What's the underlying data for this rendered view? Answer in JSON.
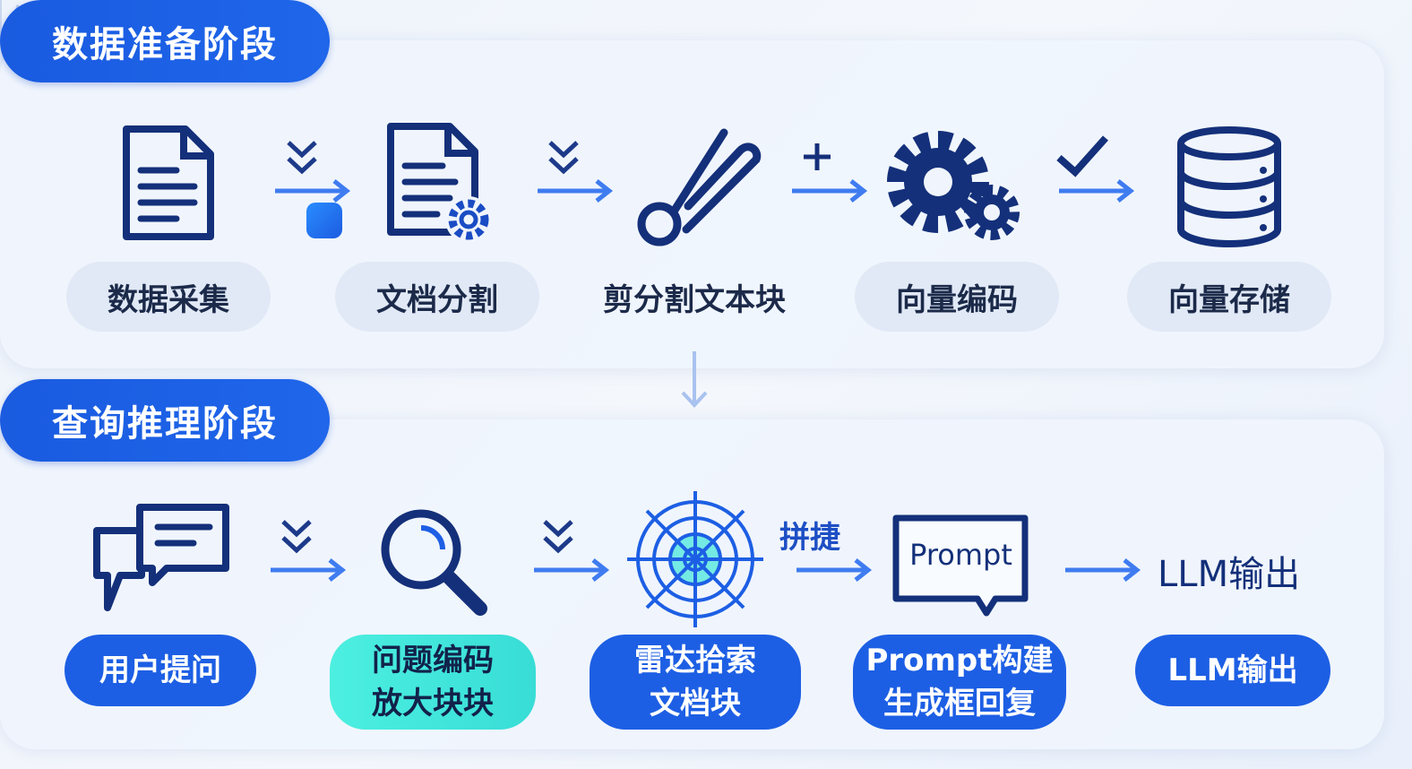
{
  "watermark": "生成",
  "stage1": {
    "title": "数据准备阶段",
    "steps": [
      {
        "label": "数据采集",
        "icon": "document-icon"
      },
      {
        "label": "文档分割",
        "icon": "document-gear-icon"
      },
      {
        "label": "剪分割文本块",
        "icon": "scissors-icon"
      },
      {
        "label": "向量编码",
        "icon": "gears-icon"
      },
      {
        "label": "向量存储",
        "icon": "database-icon"
      }
    ],
    "connectors": [
      "double-chevron-down-icon",
      "double-chevron-down-icon",
      "plus-icon",
      "check-icon"
    ]
  },
  "stage2": {
    "title": "查询推理阶段",
    "steps": [
      {
        "label": "用户提问",
        "icon": "chat-bubbles-icon"
      },
      {
        "label_line1": "问题编码",
        "label_line2": "放大块块",
        "icon": "magnifier-icon"
      },
      {
        "label_line1": "雷达拾索",
        "label_line2": "文档块",
        "icon": "radar-icon"
      },
      {
        "label_line1": "Prompt构建",
        "label_line2": "生成框回复",
        "icon": "prompt-box-icon",
        "icon_text": "Prompt"
      },
      {
        "label": "LLM输出",
        "header_text": "LLM输出"
      }
    ],
    "connectors": [
      "double-chevron-down-icon",
      "double-chevron-down-icon",
      "拼捷",
      ""
    ]
  },
  "colors": {
    "primary": "#1d5fe4",
    "highlight": "#3fe6d8",
    "icon": "#14307a",
    "arrow": "#3f7cf0"
  }
}
